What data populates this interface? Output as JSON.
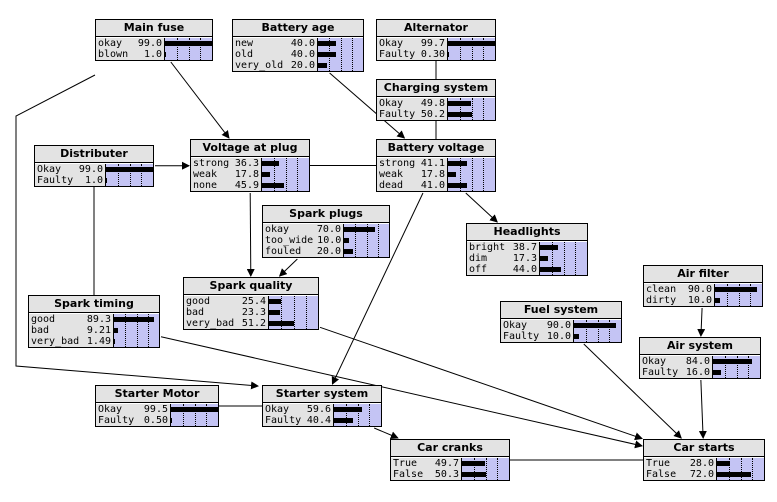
{
  "nodes": [
    {
      "id": "main-fuse",
      "title": "Main fuse",
      "states": [
        {
          "label": "okay",
          "value": "99.0"
        },
        {
          "label": "blown",
          "value": "1.0"
        }
      ]
    },
    {
      "id": "battery-age",
      "title": "Battery age",
      "states": [
        {
          "label": "new",
          "value": "40.0"
        },
        {
          "label": "old",
          "value": "40.0"
        },
        {
          "label": "very_old",
          "value": "20.0"
        }
      ]
    },
    {
      "id": "alternator",
      "title": "Alternator",
      "states": [
        {
          "label": "Okay",
          "value": "99.7"
        },
        {
          "label": "Faulty",
          "value": "0.30"
        }
      ]
    },
    {
      "id": "charging-system",
      "title": "Charging system",
      "states": [
        {
          "label": "Okay",
          "value": "49.8"
        },
        {
          "label": "Faulty",
          "value": "50.2"
        }
      ]
    },
    {
      "id": "distributer",
      "title": "Distributer",
      "states": [
        {
          "label": "Okay",
          "value": "99.0"
        },
        {
          "label": "Faulty",
          "value": "1.0"
        }
      ]
    },
    {
      "id": "voltage-at-plug",
      "title": "Voltage at plug",
      "states": [
        {
          "label": "strong",
          "value": "36.3"
        },
        {
          "label": "weak",
          "value": "17.8"
        },
        {
          "label": "none",
          "value": "45.9"
        }
      ]
    },
    {
      "id": "battery-voltage",
      "title": "Battery voltage",
      "states": [
        {
          "label": "strong",
          "value": "41.1"
        },
        {
          "label": "weak",
          "value": "17.8"
        },
        {
          "label": "dead",
          "value": "41.0"
        }
      ]
    },
    {
      "id": "spark-plugs",
      "title": "Spark plugs",
      "states": [
        {
          "label": "okay",
          "value": "70.0"
        },
        {
          "label": "too_wide",
          "value": "10.0"
        },
        {
          "label": "fouled",
          "value": "20.0"
        }
      ]
    },
    {
      "id": "headlights",
      "title": "Headlights",
      "states": [
        {
          "label": "bright",
          "value": "38.7"
        },
        {
          "label": "dim",
          "value": "17.3"
        },
        {
          "label": "off",
          "value": "44.0"
        }
      ]
    },
    {
      "id": "air-filter",
      "title": "Air filter",
      "states": [
        {
          "label": "clean",
          "value": "90.0"
        },
        {
          "label": "dirty",
          "value": "10.0"
        }
      ]
    },
    {
      "id": "spark-timing",
      "title": "Spark timing",
      "states": [
        {
          "label": "good",
          "value": "89.3"
        },
        {
          "label": "bad",
          "value": "9.21"
        },
        {
          "label": "very_bad",
          "value": "1.49"
        }
      ]
    },
    {
      "id": "spark-quality",
      "title": "Spark quality",
      "states": [
        {
          "label": "good",
          "value": "25.4"
        },
        {
          "label": "bad",
          "value": "23.3"
        },
        {
          "label": "very_bad",
          "value": "51.2"
        }
      ]
    },
    {
      "id": "fuel-system",
      "title": "Fuel system",
      "states": [
        {
          "label": "Okay",
          "value": "90.0"
        },
        {
          "label": "Faulty",
          "value": "10.0"
        }
      ]
    },
    {
      "id": "air-system",
      "title": "Air system",
      "states": [
        {
          "label": "Okay",
          "value": "84.0"
        },
        {
          "label": "Faulty",
          "value": "16.0"
        }
      ]
    },
    {
      "id": "starter-motor",
      "title": "Starter Motor",
      "states": [
        {
          "label": "Okay",
          "value": "99.5"
        },
        {
          "label": "Faulty",
          "value": "0.50"
        }
      ]
    },
    {
      "id": "starter-system",
      "title": "Starter system",
      "states": [
        {
          "label": "Okay",
          "value": "59.6"
        },
        {
          "label": "Faulty",
          "value": "40.4"
        }
      ]
    },
    {
      "id": "car-cranks",
      "title": "Car cranks",
      "states": [
        {
          "label": "True",
          "value": "49.7"
        },
        {
          "label": "False",
          "value": "50.3"
        }
      ]
    },
    {
      "id": "car-starts",
      "title": "Car starts",
      "states": [
        {
          "label": "True",
          "value": "28.0"
        },
        {
          "label": "False",
          "value": "72.0"
        }
      ]
    }
  ],
  "edges": [
    {
      "from": "main-fuse",
      "to": "voltage-at-plug"
    },
    {
      "from": "main-fuse",
      "to": "starter-system"
    },
    {
      "from": "battery-age",
      "to": "battery-voltage"
    },
    {
      "from": "alternator",
      "to": "charging-system"
    },
    {
      "from": "charging-system",
      "to": "battery-voltage"
    },
    {
      "from": "battery-voltage",
      "to": "voltage-at-plug"
    },
    {
      "from": "battery-voltage",
      "to": "headlights"
    },
    {
      "from": "battery-voltage",
      "to": "starter-system"
    },
    {
      "from": "distributer",
      "to": "voltage-at-plug"
    },
    {
      "from": "distributer",
      "to": "spark-timing"
    },
    {
      "from": "voltage-at-plug",
      "to": "spark-quality"
    },
    {
      "from": "spark-plugs",
      "to": "spark-quality"
    },
    {
      "from": "spark-timing",
      "to": "car-starts"
    },
    {
      "from": "spark-quality",
      "to": "car-starts"
    },
    {
      "from": "fuel-system",
      "to": "car-starts"
    },
    {
      "from": "air-filter",
      "to": "air-system"
    },
    {
      "from": "air-system",
      "to": "car-starts"
    },
    {
      "from": "starter-motor",
      "to": "starter-system"
    },
    {
      "from": "starter-system",
      "to": "car-cranks"
    },
    {
      "from": "car-cranks",
      "to": "car-starts"
    }
  ]
}
